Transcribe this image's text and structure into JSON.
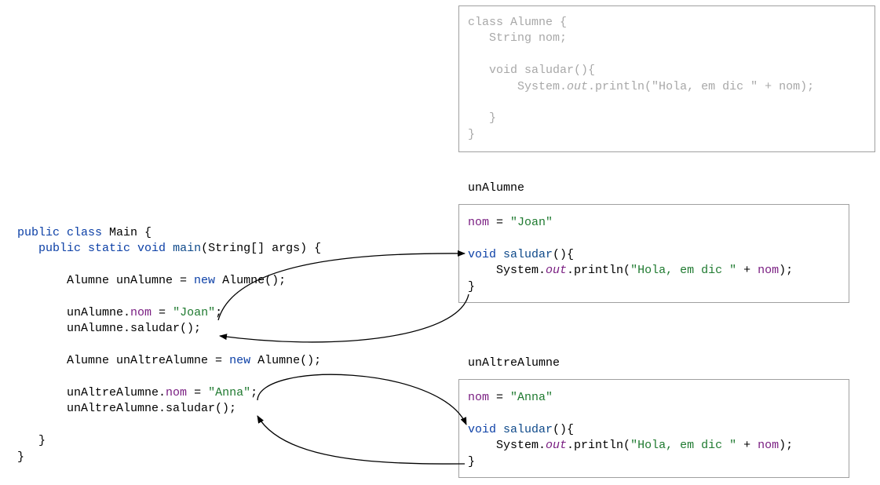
{
  "class_box": {
    "decl": "class Alumne {",
    "field": "String nom;",
    "method_sig": "void saludar(){",
    "println_obj": "System.",
    "println_out": "out",
    "println_rest": ".println(\"Hola, em dic \" + nom);",
    "close_method": "}",
    "close_class": "}"
  },
  "main_code": {
    "l1_kw": "public class",
    "l1_rest": " Main {",
    "l2_kw": "public static void",
    "l2_fn": "main",
    "l2_rest": "(String[] args) {",
    "l3_a": "Alumne unAlumne = ",
    "l3_kw": "new",
    "l3_b": " Alumne();",
    "l4_a": "unAlumne.",
    "l4_fld": "nom",
    "l4_b": " = ",
    "l4_str": "\"Joan\"",
    "l4_c": ";",
    "l5": "unAlumne.saludar();",
    "l6_a": "Alumne unAltreAlumne = ",
    "l6_kw": "new",
    "l6_b": " Alumne();",
    "l7_a": "unAltreAlumne.",
    "l7_fld": "nom",
    "l7_b": " = ",
    "l7_str": "\"Anna\"",
    "l7_c": ";",
    "l8": "unAltreAlumne.saludar();",
    "close_method": "}",
    "close_class": "}"
  },
  "instances": [
    {
      "label": "unAlumne",
      "field": "nom",
      "eq": " = ",
      "value": "\"Joan\"",
      "method_kw": "void",
      "method_fn": "saludar",
      "method_rest": "(){",
      "println_obj": "System.",
      "println_out": "out",
      "println_mid": ".println(",
      "println_str": "\"Hola, em dic \"",
      "println_plus": " + ",
      "println_fld": "nom",
      "println_end": ");",
      "close": "}"
    },
    {
      "label": "unAltreAlumne",
      "field": "nom",
      "eq": " = ",
      "value": "\"Anna\"",
      "method_kw": "void",
      "method_fn": "saludar",
      "method_rest": "(){",
      "println_obj": "System.",
      "println_out": "out",
      "println_mid": ".println(",
      "println_str": "\"Hola, em dic \"",
      "println_plus": " + ",
      "println_fld": "nom",
      "println_end": ");",
      "close": "}"
    }
  ],
  "colors": {
    "keyword": "#0b3fa6",
    "field": "#7a1f82",
    "string": "#1f7a30",
    "ghost_text": "#a8a8a8",
    "box_border": "#a0a0a0"
  }
}
